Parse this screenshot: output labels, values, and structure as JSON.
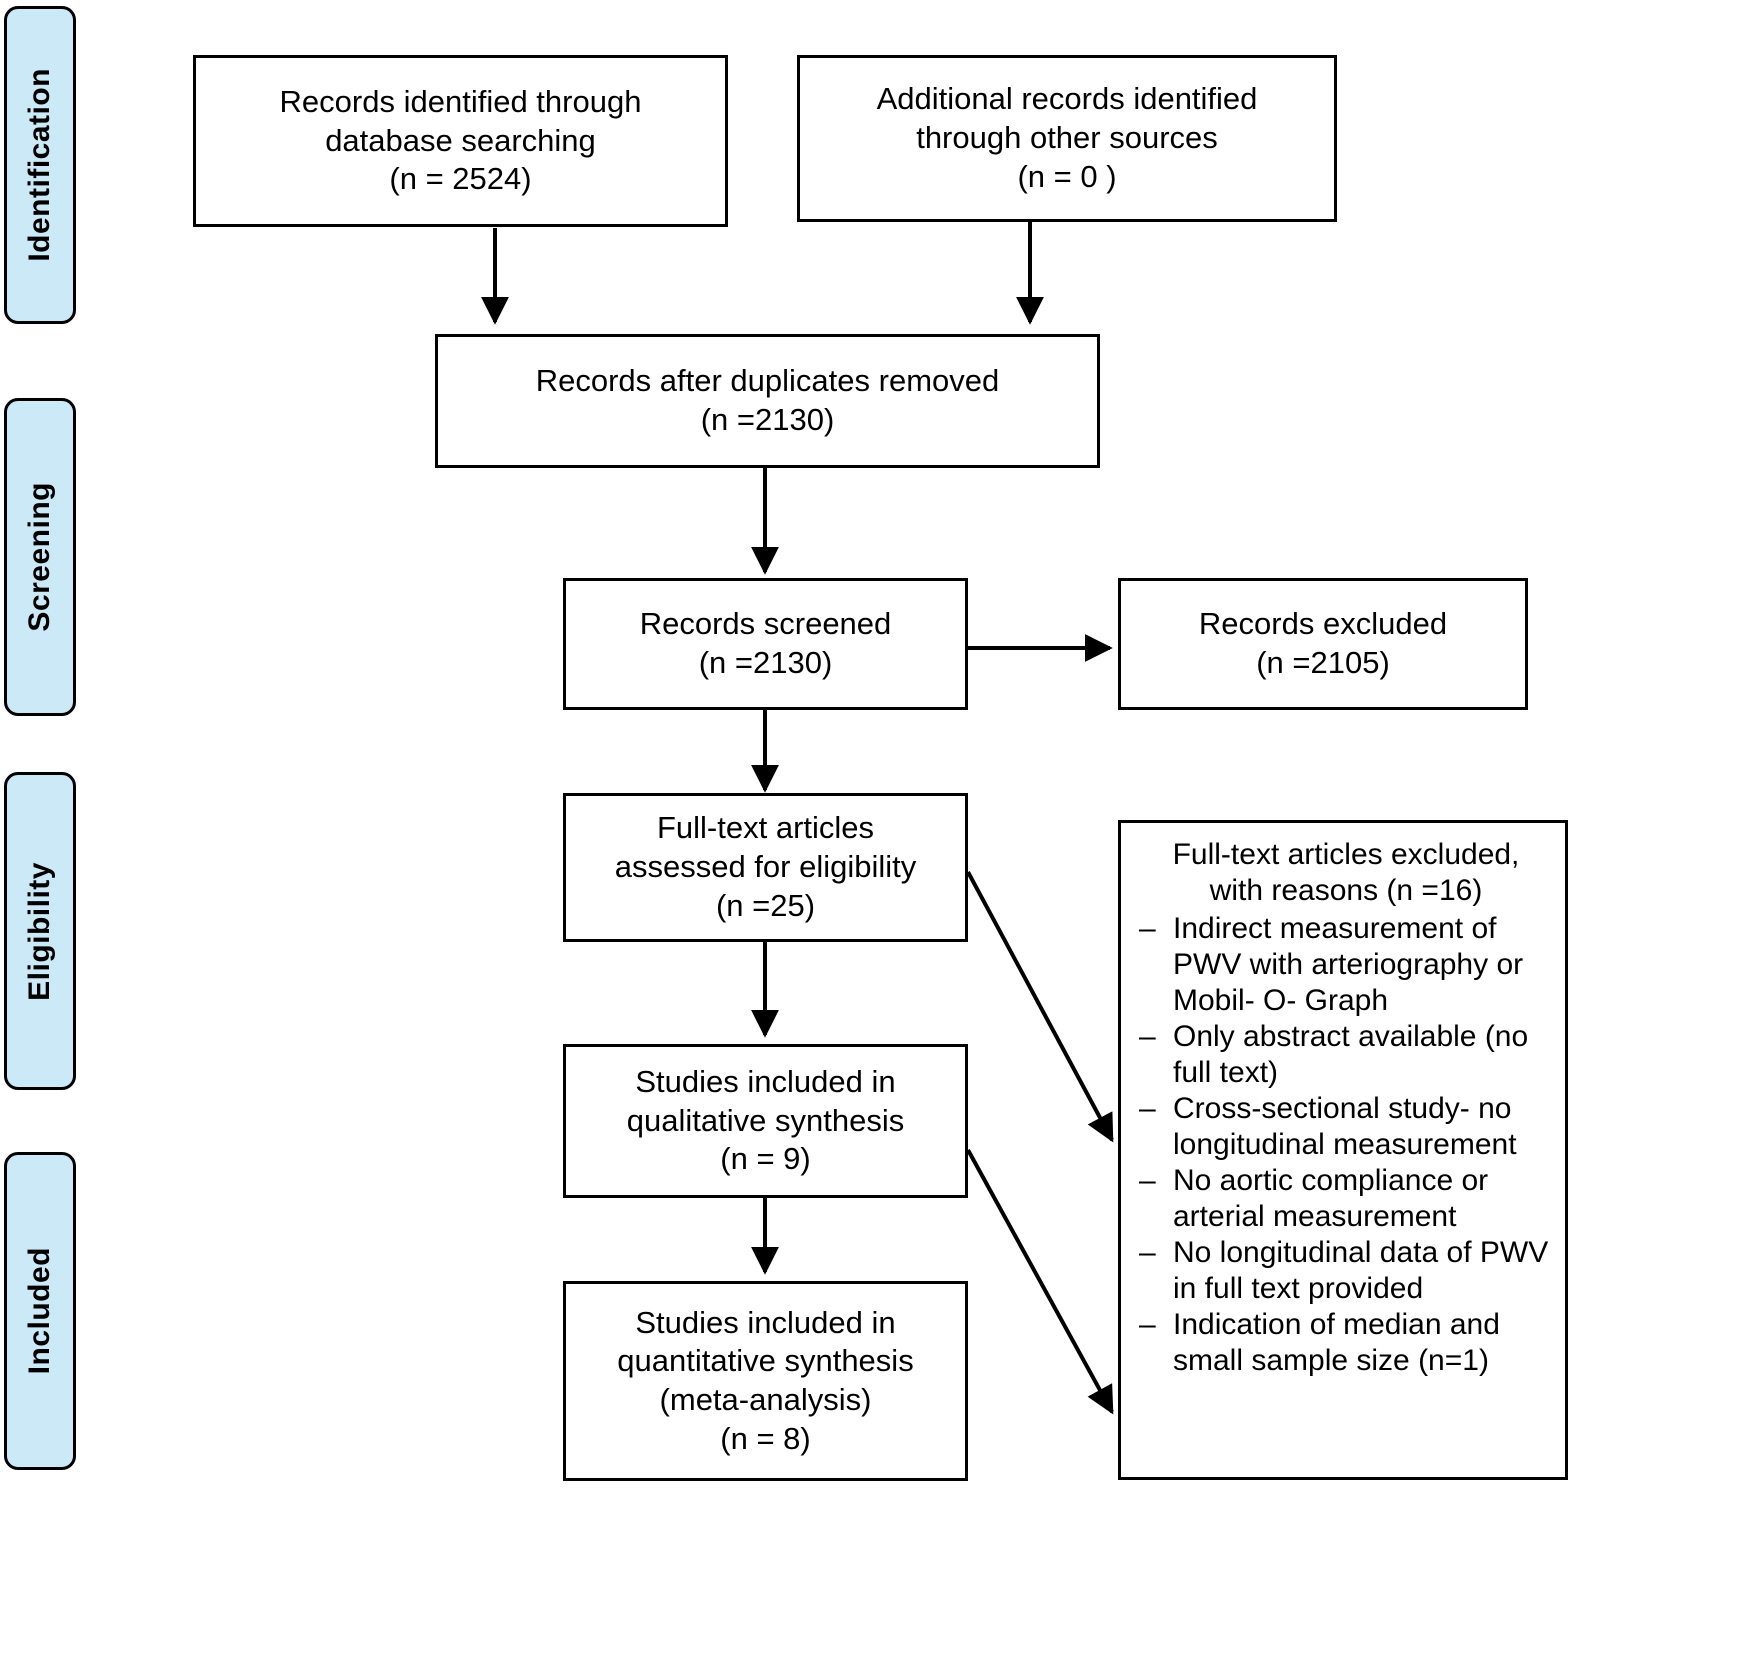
{
  "diagram": {
    "title": "PRISMA flow diagram",
    "accent_color": "#cce9f7",
    "line_color": "#000000",
    "box_fill": "#ffffff"
  },
  "stages": [
    {
      "label": "Identification"
    },
    {
      "label": "Screening"
    },
    {
      "label": "Eligibility"
    },
    {
      "label": "Included"
    }
  ],
  "boxes": {
    "db_search": "Records identified through\ndatabase searching\n(n = 2524)",
    "other_sources": "Additional  records identified\nthrough other sources\n(n = 0 )",
    "duplicates_removed": "Records after duplicates removed\n(n =2130)",
    "screened": "Records screened\n(n =2130)",
    "excluded": "Records excluded\n(n =2105)",
    "fulltext_assessed": "Full-text articles\nassessed for eligibility\n(n =25)",
    "qualitative": "Studies included in\nqualitative  synthesis\n(n = 9)",
    "quantitative": "Studies included in\nquantitative  synthesis\n(meta-analysis)\n(n = 8)"
  },
  "reasons_box": {
    "heading": "Full-text articles excluded,\nwith reasons (n =16)",
    "bullet_marker": "–",
    "items": [
      "Indirect measurement of PWV with arteriography or Mobil- O- Graph",
      "Only abstract available (no full text)",
      "Cross-sectional study- no longitudinal measurement",
      "No aortic compliance or arterial measurement",
      "No longitudinal data of PWV in full text provided",
      "Indication  of median and small sample size (n=1)"
    ]
  }
}
